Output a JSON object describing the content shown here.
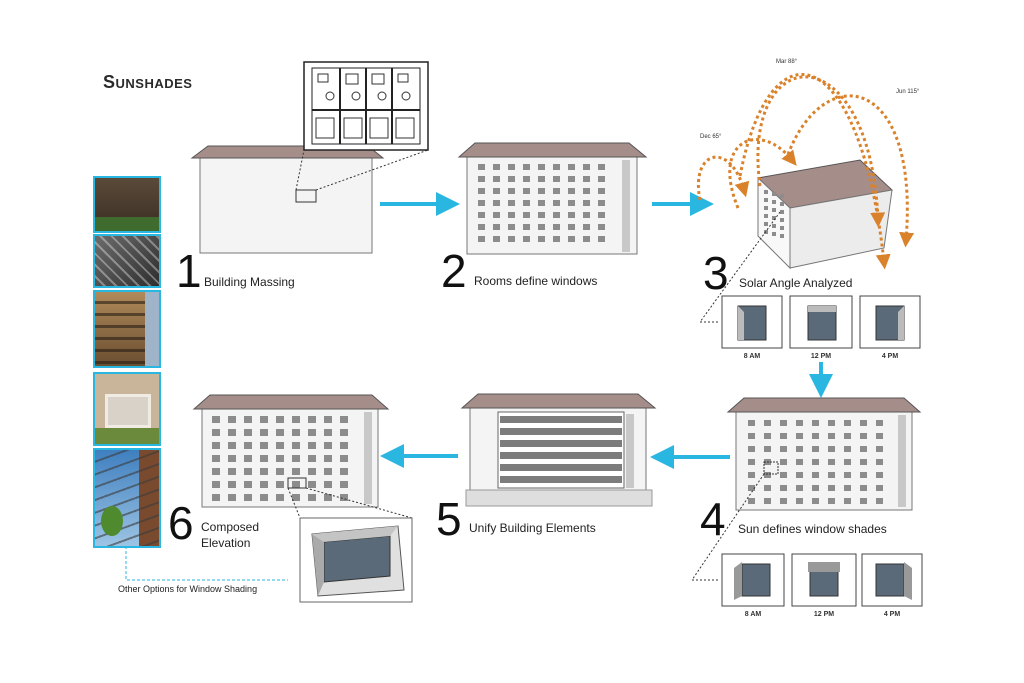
{
  "title": "Sunshades",
  "steps": [
    {
      "number": "1",
      "label": "Building Massing"
    },
    {
      "number": "2",
      "label": "Rooms define windows"
    },
    {
      "number": "3",
      "label": "Solar Angle Analyzed"
    },
    {
      "number": "4",
      "label": "Sun defines window shades"
    },
    {
      "number": "5",
      "label": "Unify Building Elements"
    },
    {
      "number": "6",
      "label_line1": "Composed",
      "label_line2": "Elevation"
    }
  ],
  "sun_paths": {
    "dec": "Dec 65°",
    "mar": "Mar 88°",
    "jun": "Jun 115°"
  },
  "times": [
    "8 AM",
    "12 PM",
    "4 PM"
  ],
  "side_caption": "Other Options for Window Shading",
  "colors": {
    "arrow": "#29b6e0",
    "roof": "#a58e89",
    "sun_path": "#d9822b",
    "wall": "#f4f4f4"
  }
}
